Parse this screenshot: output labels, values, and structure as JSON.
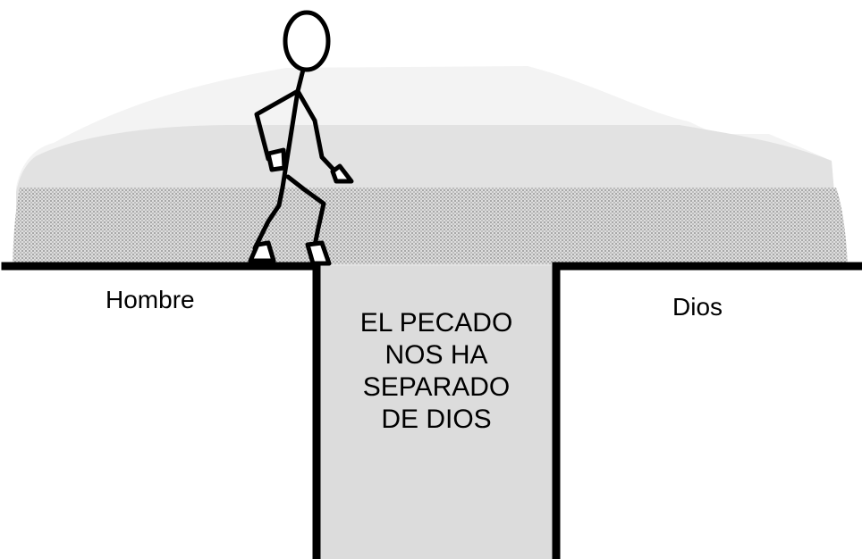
{
  "labels": {
    "left": "Hombre",
    "right": "Dios"
  },
  "chasm": {
    "lines": [
      "EL PECADO",
      "NOS HA",
      "SEPARADO",
      "DE DIOS"
    ]
  },
  "colors": {
    "ground_line": "#000000",
    "chasm_fill": "#dcdcdc",
    "hill_light": "#f3f3f3",
    "hill_mid": "#e2e2e2",
    "hill_dotted": "#cfcfcf",
    "figure": "#000000"
  }
}
